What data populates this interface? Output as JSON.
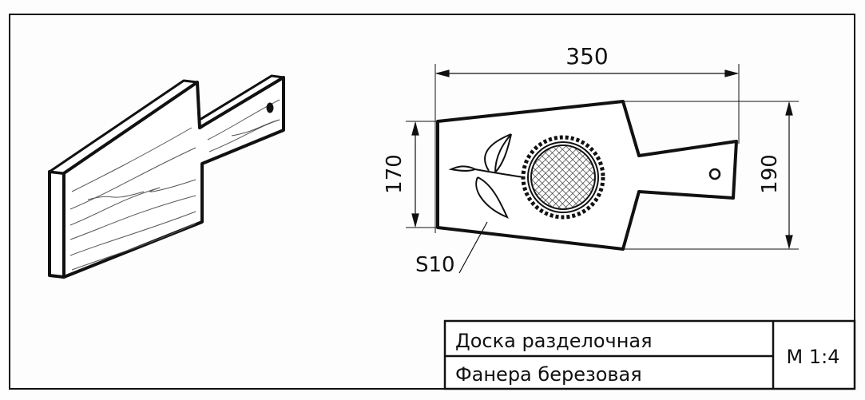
{
  "dimensions": {
    "length": "350",
    "width_left": "170",
    "width_right": "190",
    "thickness": "S10"
  },
  "title_block": {
    "name": "Доска разделочная",
    "material": "Фанера березовая",
    "scale": "М 1:4"
  },
  "colors": {
    "ink": "#111111",
    "paper": "#fdfdfd"
  }
}
